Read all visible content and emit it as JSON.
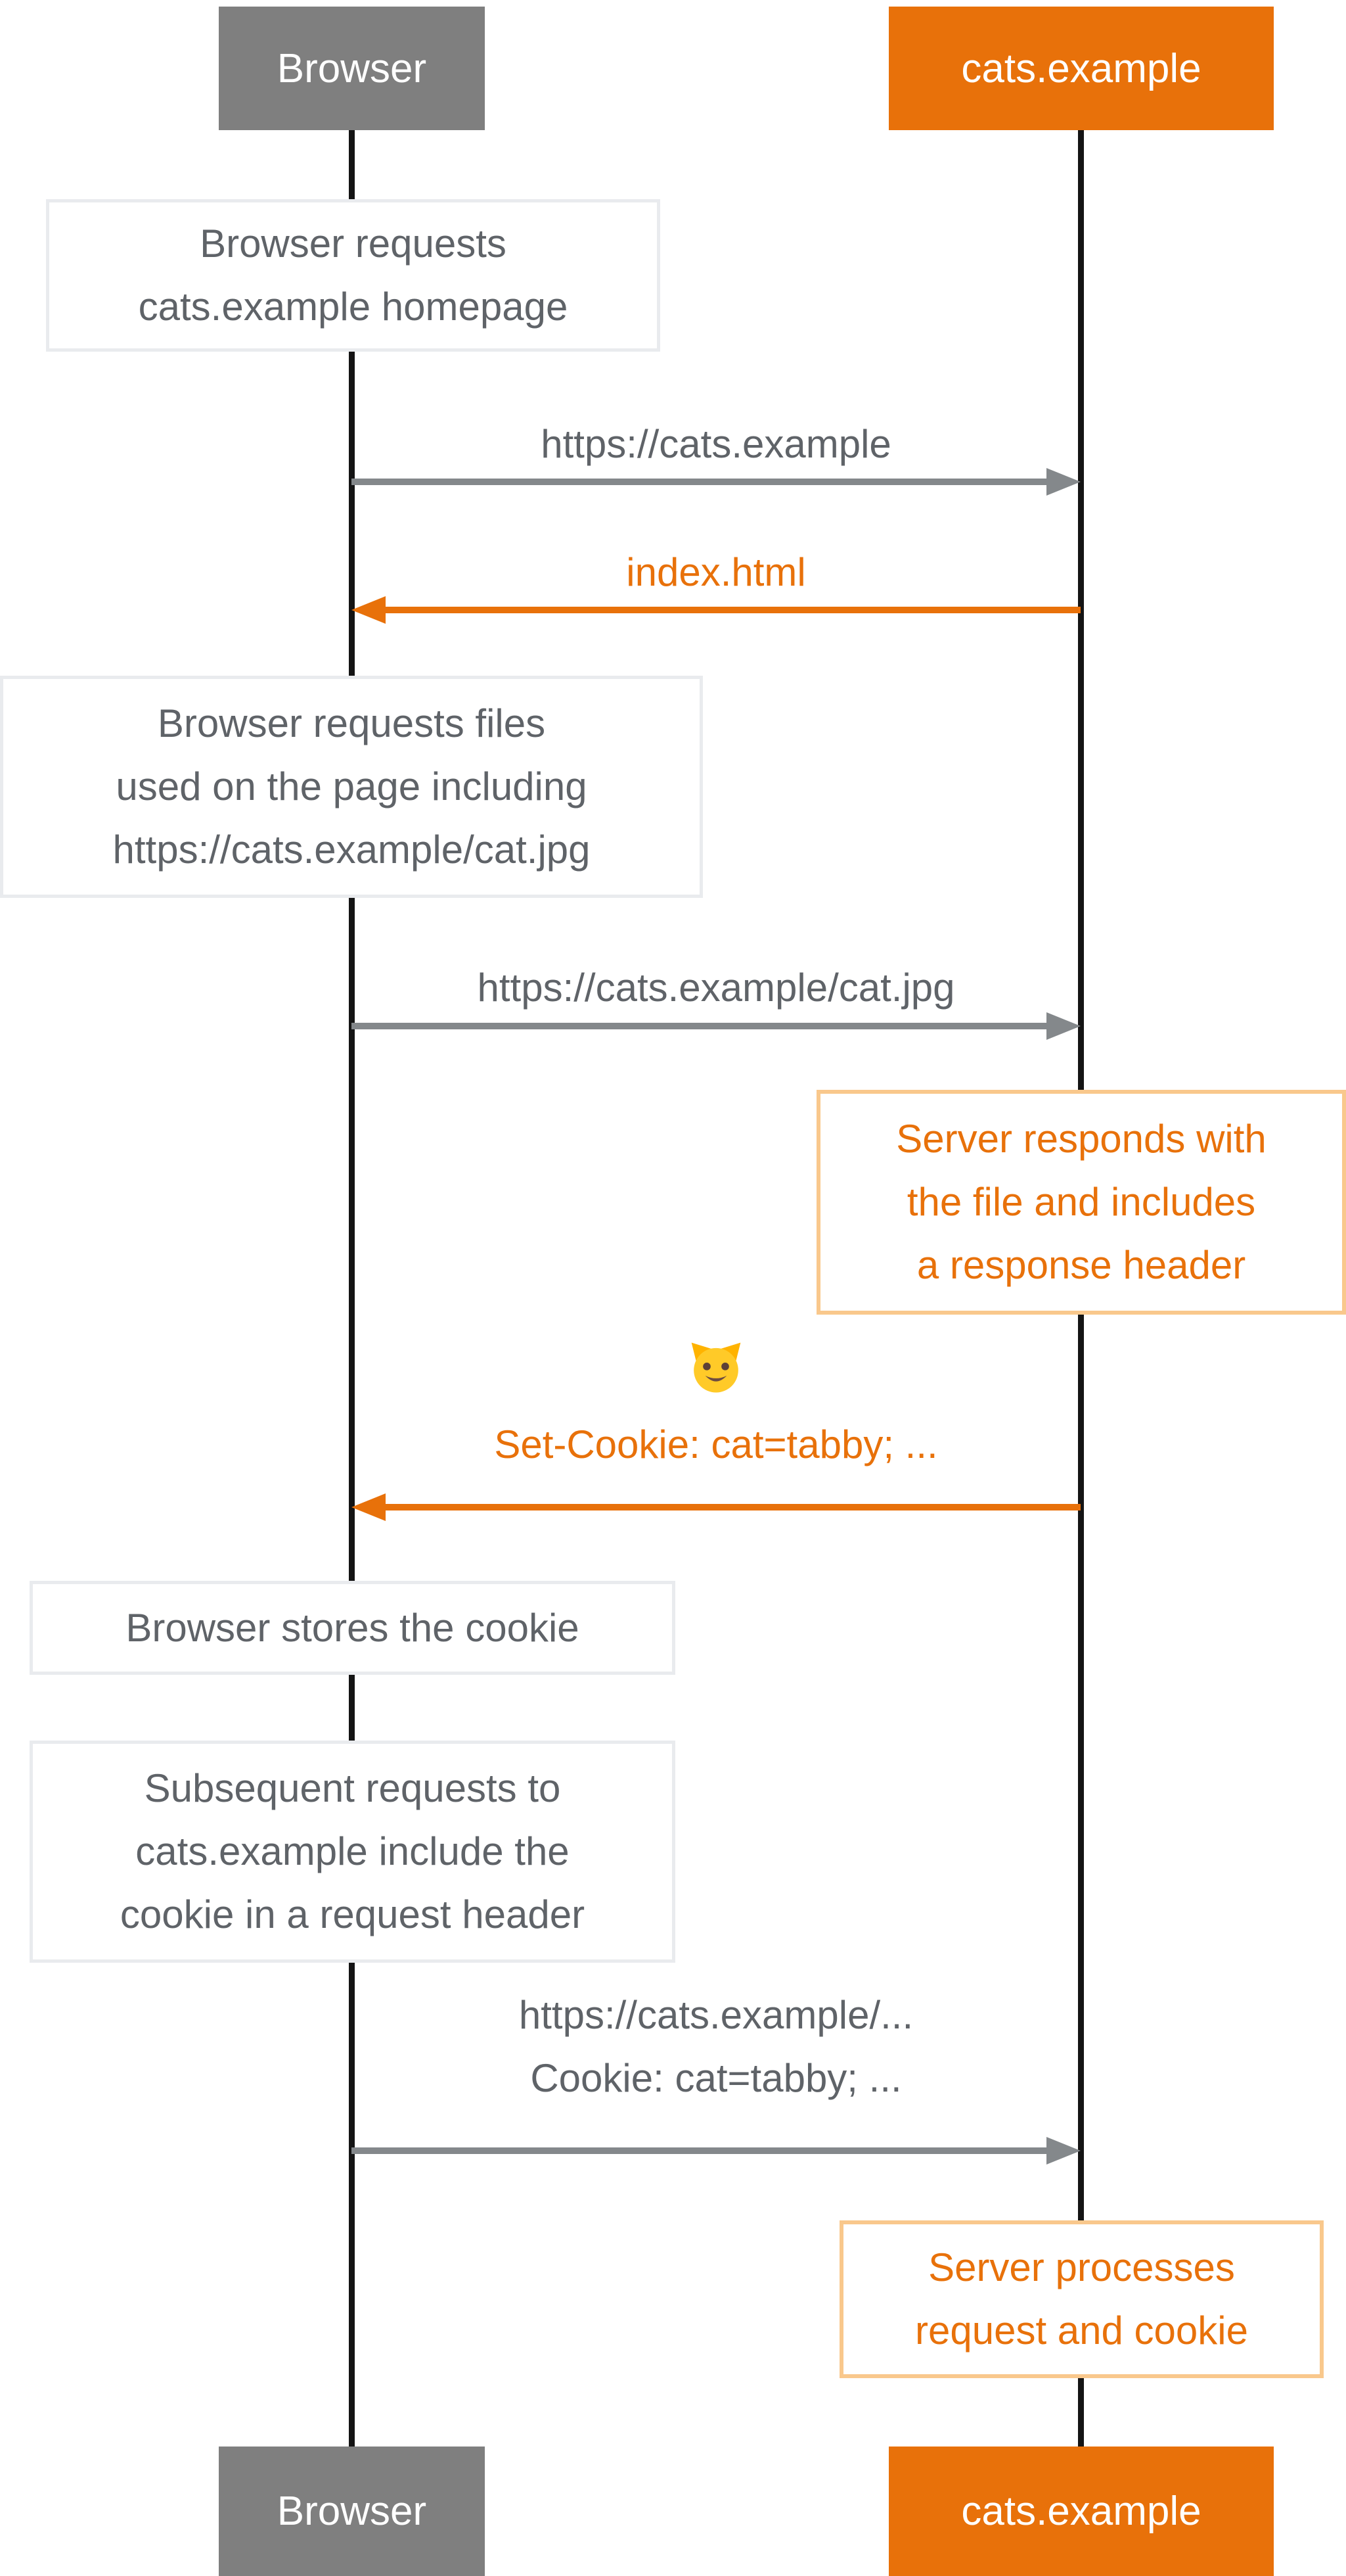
{
  "colors": {
    "orange": "#e8710a",
    "orange_note_border": "#f9c88c",
    "gray_actor_box": "#7f7f7f",
    "gray_text": "#5f6368",
    "arrow_gray": "#84888b",
    "gray_note_border": "#e9ebee",
    "lifeline_black": "#141414"
  },
  "actors": {
    "browser": {
      "top_label": "Browser",
      "bottom_label": "Browser"
    },
    "server": {
      "top_label": "cats.example",
      "bottom_label": "cats.example"
    }
  },
  "notes": [
    {
      "id": "browser-requests-homepage",
      "side": "browser",
      "text": "Browser requests\ncats.example homepage"
    },
    {
      "id": "browser-requests-files",
      "side": "browser",
      "text": "Browser requests files\nused on the page including\nhttps://cats.example/cat.jpg"
    },
    {
      "id": "server-responds-with-file",
      "side": "server",
      "text": "Server responds with\nthe file and includes\na response header"
    },
    {
      "id": "browser-stores-cookie",
      "side": "browser",
      "text": "Browser stores the cookie"
    },
    {
      "id": "subsequent-requests",
      "side": "browser",
      "text": "Subsequent requests to\ncats.example include the\ncookie in a request header"
    },
    {
      "id": "server-processes-request",
      "side": "server",
      "text": "Server processes\nrequest and cookie"
    }
  ],
  "messages": [
    {
      "id": "request-homepage",
      "direction": "right",
      "color": "gray",
      "label": "https://cats.example"
    },
    {
      "id": "response-index-html",
      "direction": "left",
      "color": "orange",
      "label": "index.html"
    },
    {
      "id": "request-cat-jpg",
      "direction": "right",
      "color": "gray",
      "label": "https://cats.example/cat.jpg"
    },
    {
      "id": "response-set-cookie",
      "direction": "left",
      "color": "orange",
      "icon": "cat-face-emoji",
      "label": "Set-Cookie: cat=tabby; ..."
    },
    {
      "id": "request-with-cookie",
      "direction": "right",
      "color": "gray",
      "label": "https://cats.example/...\nCookie: cat=tabby; ..."
    }
  ]
}
